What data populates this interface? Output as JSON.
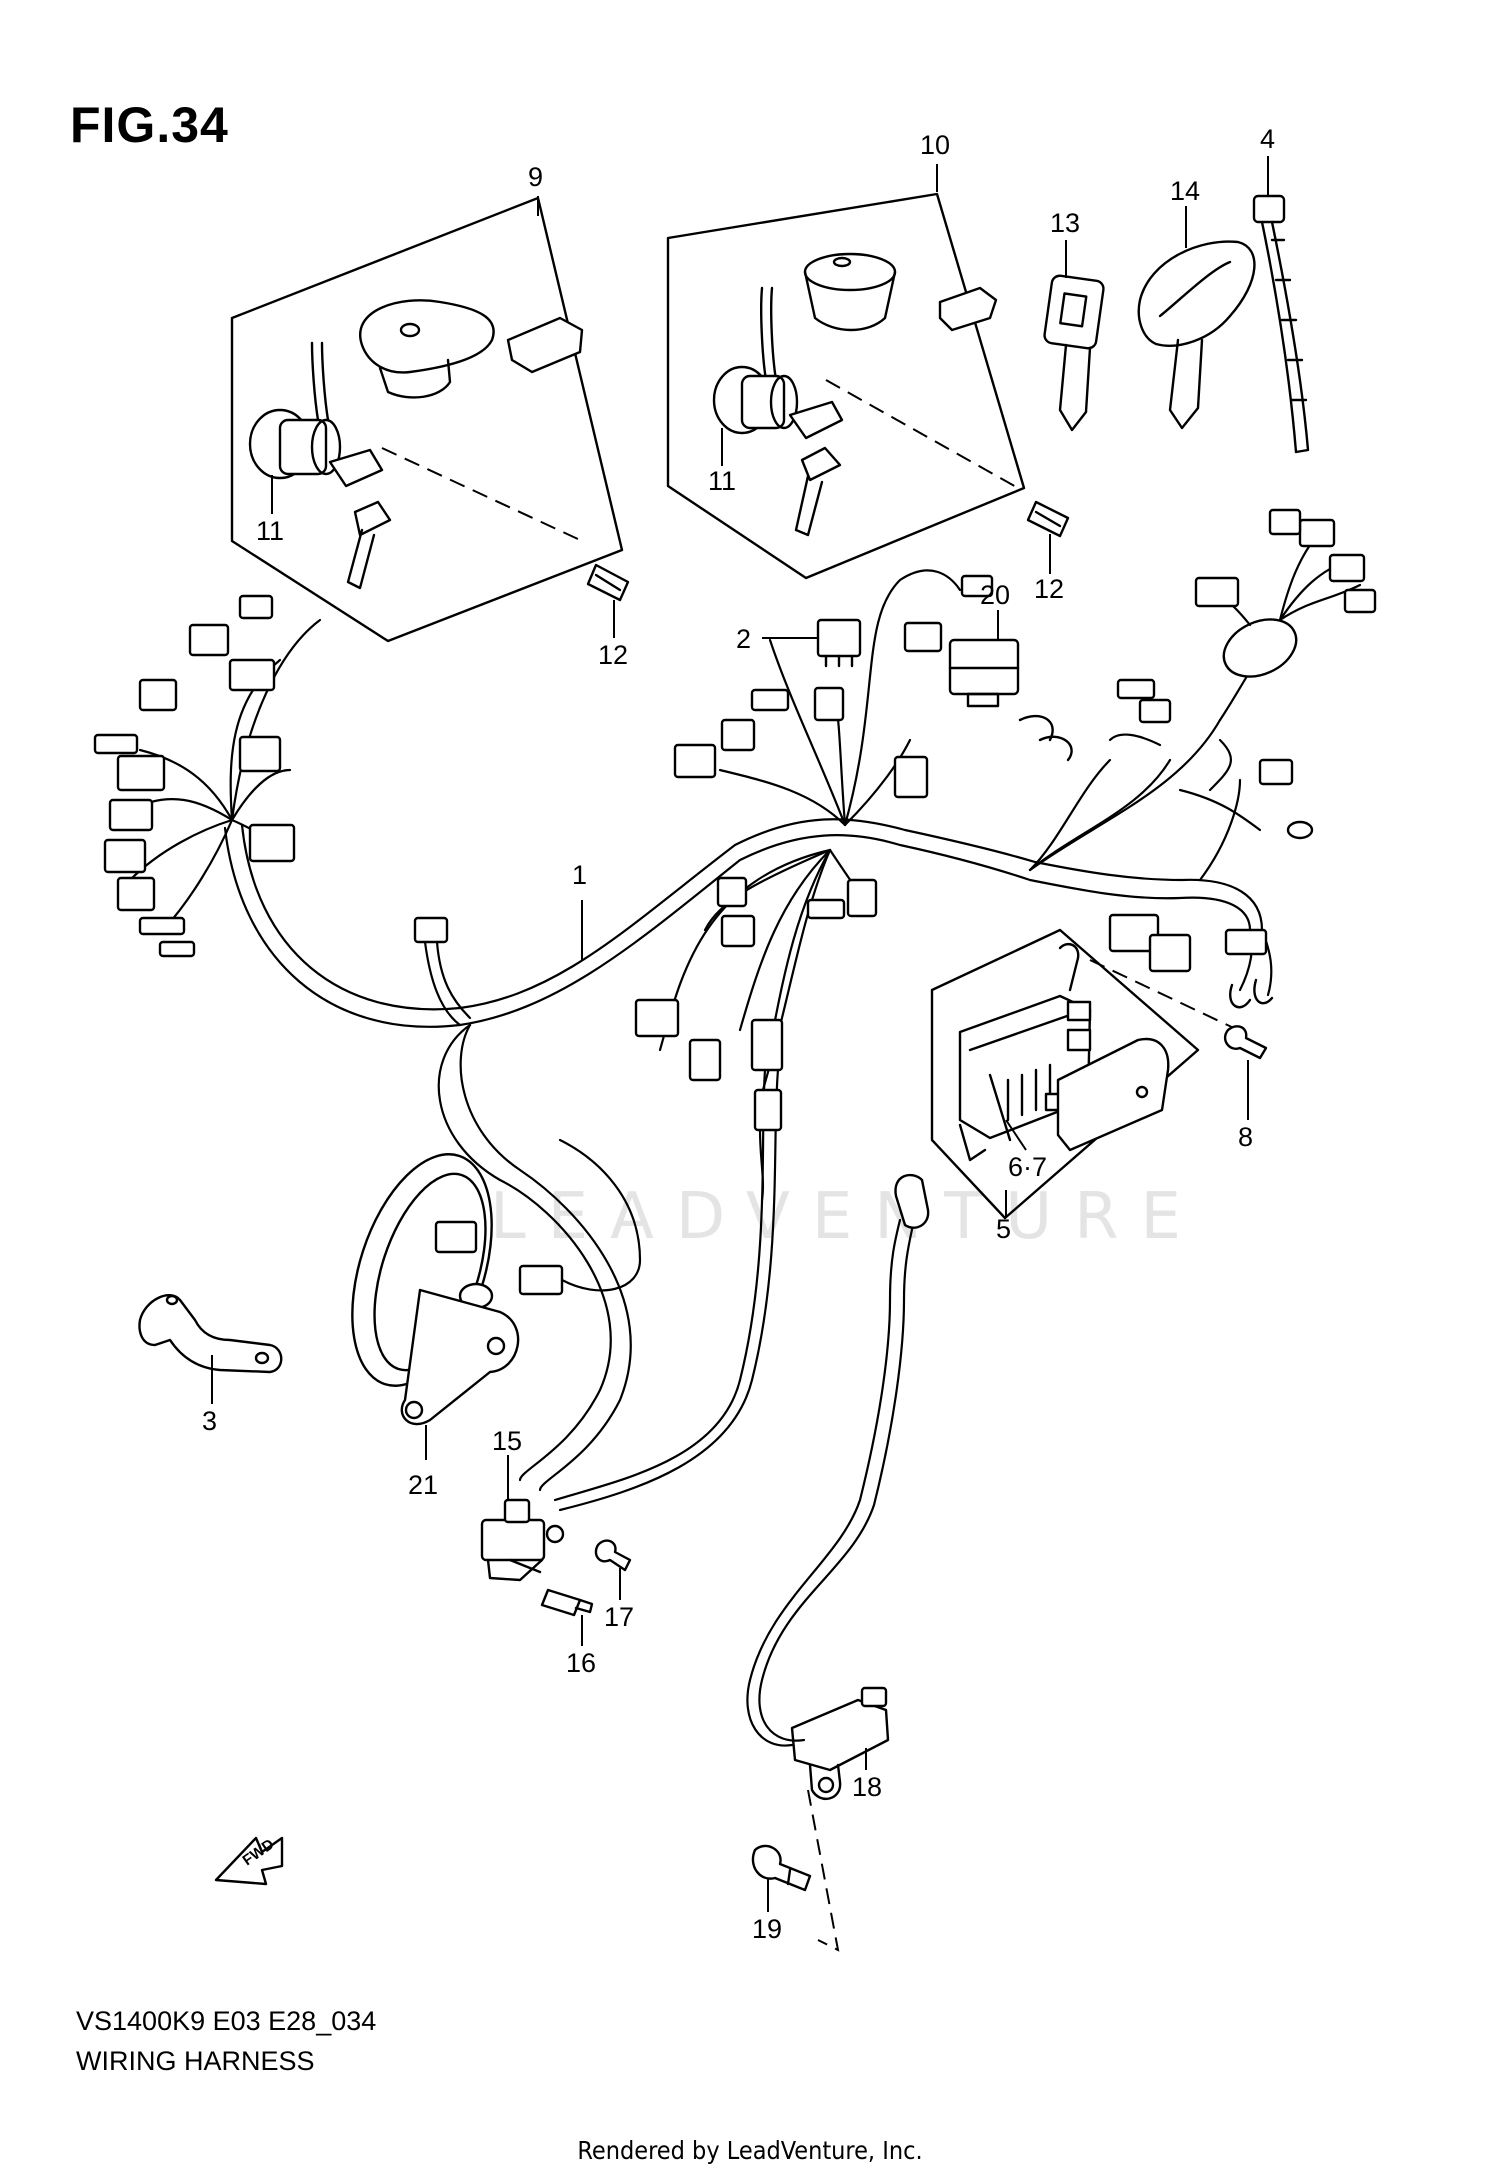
{
  "header": {
    "figure_label": "FIG.34"
  },
  "watermark": {
    "text": "LEADVENTURE"
  },
  "caption": {
    "model_code": "VS1400K9 E03 E28_034",
    "title": "WIRING HARNESS"
  },
  "footer": {
    "rendered_by": "Rendered by LeadVenture, Inc."
  },
  "direction_arrow": {
    "label": "FWD"
  },
  "callouts": [
    {
      "id": "c1",
      "label": "1"
    },
    {
      "id": "c2",
      "label": "2"
    },
    {
      "id": "c3",
      "label": "3"
    },
    {
      "id": "c4",
      "label": "4"
    },
    {
      "id": "c5",
      "label": "5"
    },
    {
      "id": "c67",
      "label": "6·7"
    },
    {
      "id": "c8",
      "label": "8"
    },
    {
      "id": "c9",
      "label": "9"
    },
    {
      "id": "c10",
      "label": "10"
    },
    {
      "id": "c11a",
      "label": "11"
    },
    {
      "id": "c11b",
      "label": "11"
    },
    {
      "id": "c12a",
      "label": "12"
    },
    {
      "id": "c12b",
      "label": "12"
    },
    {
      "id": "c13",
      "label": "13"
    },
    {
      "id": "c14",
      "label": "14"
    },
    {
      "id": "c15",
      "label": "15"
    },
    {
      "id": "c16",
      "label": "16"
    },
    {
      "id": "c17",
      "label": "17"
    },
    {
      "id": "c18",
      "label": "18"
    },
    {
      "id": "c19",
      "label": "19"
    },
    {
      "id": "c20",
      "label": "20"
    },
    {
      "id": "c21",
      "label": "21"
    }
  ]
}
